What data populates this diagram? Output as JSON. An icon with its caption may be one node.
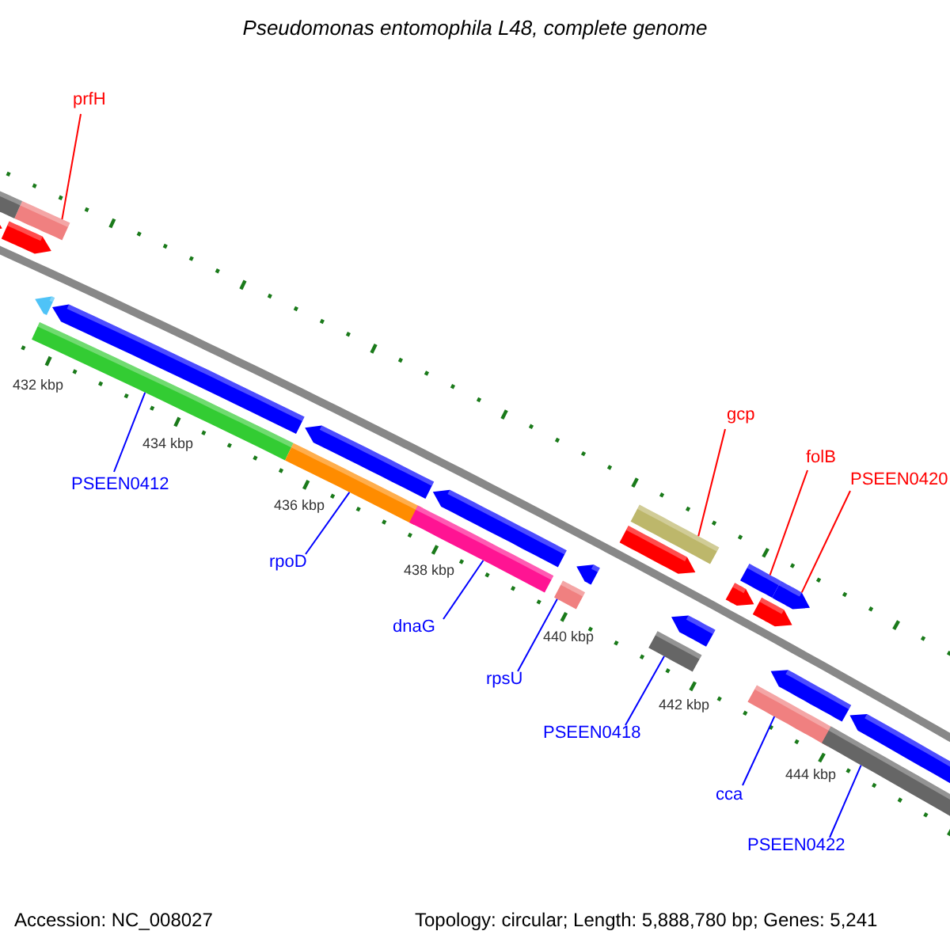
{
  "diagram": {
    "title": "Pseudomonas entomophila L48, complete genome",
    "nodes": [
      {
        "text": [
          "prfH"
        ]
      },
      {
        "text": [],
        "shape": "bar"
      },
      {
        "text": [
          "gcp"
        ]
      },
      {
        "text": [],
        "shape": "bar"
      },
      {
        "text": [
          "folB"
        ]
      },
      {
        "text": [],
        "shape": "bar"
      },
      {
        "text": [
          "PSEEN0420"
        ]
      },
      {
        "text": [],
        "shape": "bar"
      },
      {
        "text": [
          "PSEEN0412"
        ]
      },
      {
        "text": [],
        "shape": "bar"
      },
      {
        "text": [
          "rpoD"
        ]
      },
      {
        "text": [],
        "shape": "bar"
      },
      {
        "text": [
          "dnaG"
        ]
      },
      {
        "text": [],
        "shape": "bar"
      },
      {
        "text": [
          "rpsU"
        ]
      },
      {
        "text": [],
        "shape": "bar"
      },
      {
        "text": [
          "PSEEN0418"
        ]
      },
      {
        "text": [],
        "shape": "bar"
      },
      {
        "text": [
          "cca"
        ]
      },
      {
        "text": [],
        "shape": "bar"
      },
      {
        "text": [
          "PSEEN0422"
        ]
      },
      {
        "text": [],
        "shape": "bar"
      },
      {
        "text": [],
        "shape": "bar"
      },
      {
        "text": [],
        "shape": "bar"
      },
      {
        "text": [],
        "shape": "bar"
      },
      {
        "text": [],
        "shape": "bar"
      },
      {
        "text": [],
        "shape": "bar"
      },
      {
        "text": [],
        "shape": "bar"
      },
      {
        "text": [],
        "shape": "bar"
      },
      {
        "text": [],
        "shape": "bar"
      },
      {
        "text": [],
        "shape": "bar"
      },
      {
        "text": [],
        "shape": "bar"
      },
      {
        "text": [],
        "shape": "bar"
      },
      {
        "text": [],
        "shape": "bar"
      },
      {
        "text": [],
        "shape": "bar"
      },
      {
        "text": [],
        "shape": "bar"
      }
    ],
    "edges": [
      {
        "from": 0,
        "to": 1,
        "arrow": "none",
        "color": "#ff0000"
      },
      {
        "from": 2,
        "to": 3,
        "arrow": "none",
        "color": "#ff0000"
      },
      {
        "from": 4,
        "to": 5,
        "arrow": "none",
        "color": "#ff0000"
      },
      {
        "from": 6,
        "to": 7,
        "arrow": "none",
        "color": "#ff0000"
      },
      {
        "from": 8,
        "to": 9,
        "arrow": "none"
      },
      {
        "from": 10,
        "to": 11,
        "arrow": "none"
      },
      {
        "from": 12,
        "to": 13,
        "arrow": "none"
      },
      {
        "from": 14,
        "to": 15,
        "arrow": "none"
      },
      {
        "from": 16,
        "to": 17,
        "arrow": "none"
      },
      {
        "from": 18,
        "to": 19,
        "arrow": "none"
      },
      {
        "from": 20,
        "to": 21,
        "arrow": "none"
      }
    ],
    "labels": [
      "432 kbp",
      "434 kbp",
      "436 kbp",
      "438 kbp",
      "440 kbp",
      "442 kbp",
      "444 kbp",
      "Accession: NC_008027",
      "Topology: circular; Length: 5,888,780 bp; Genes: 5,241"
    ]
  }
}
